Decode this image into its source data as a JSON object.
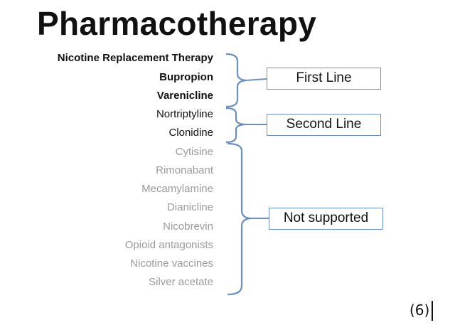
{
  "title": "Pharmacotherapy",
  "drugs": {
    "first_line": [
      "Nicotine Replacement Therapy",
      "Bupropion",
      "Varenicline"
    ],
    "second_line": [
      "Nortriptyline",
      "Clonidine"
    ],
    "not_supported": [
      "Cytisine",
      "Rimonabant",
      "Mecamylamine",
      "Dianicline",
      "Nicobrevin",
      "Opioid antagonists",
      "Nicotine vaccines",
      "Silver acetate"
    ]
  },
  "groups": {
    "first_line": "First Line",
    "second_line": "Second Line",
    "not_supported": "Not supported"
  },
  "citation": "(6)",
  "colors": {
    "bracket": "#6a8fc0",
    "emphasized_text": "#111111",
    "muted_text": "#9a9a9a"
  }
}
